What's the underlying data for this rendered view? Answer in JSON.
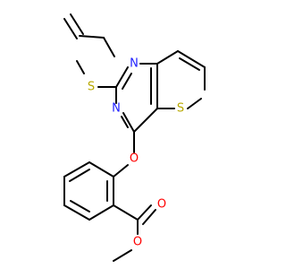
{
  "atom_labels": {
    "sulfur_thioether": "S",
    "nitrogen_upper": "N",
    "nitrogen_lower": "N",
    "sulfur_thiophene": "S",
    "oxygen_aryl_ether": "O",
    "oxygen_carbonyl": "O",
    "oxygen_ester": "O"
  },
  "colors": {
    "bond": "#000000",
    "sulfur": "#b8a800",
    "nitrogen": "#2020ff",
    "oxygen": "#ff0000",
    "background": "#ffffff"
  }
}
